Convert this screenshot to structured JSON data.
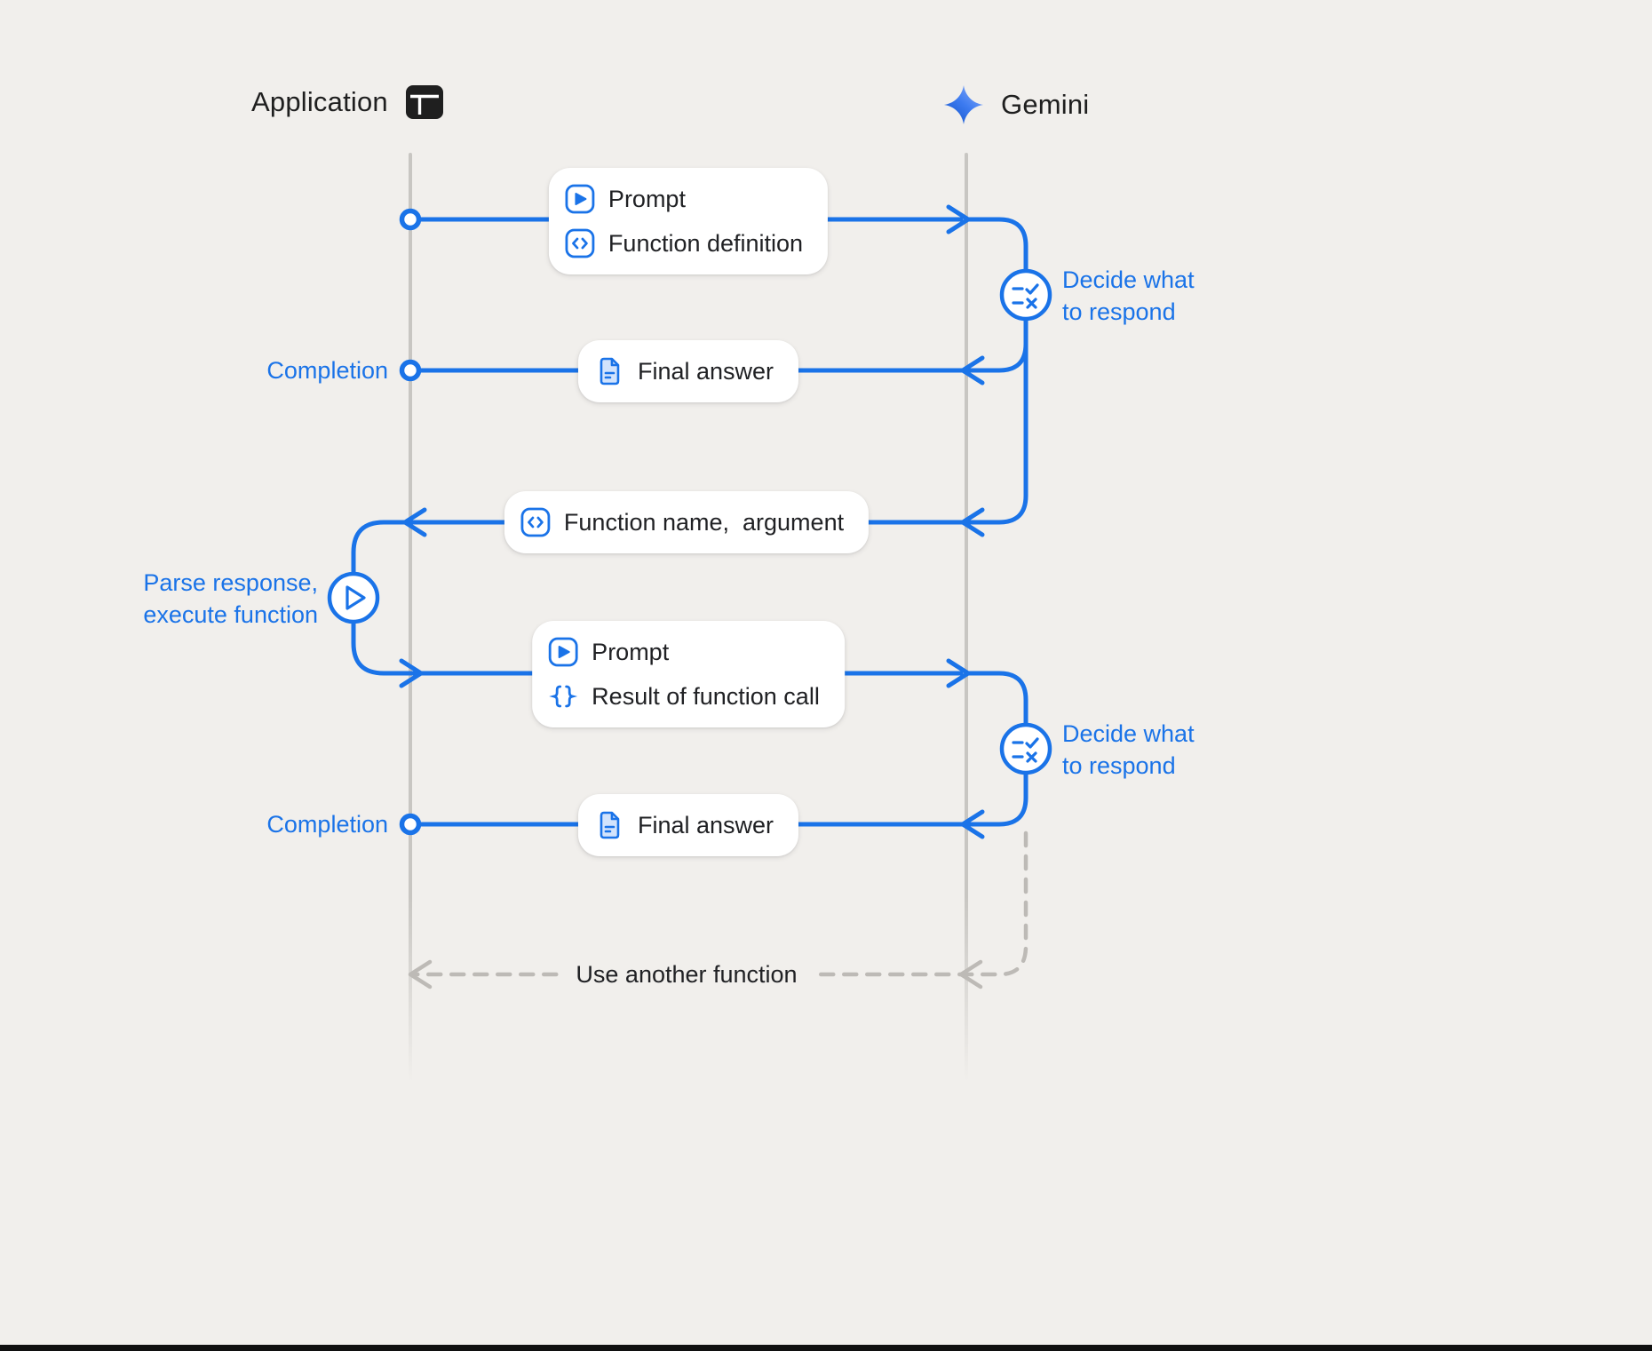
{
  "colors": {
    "accent": "#1a73e8",
    "background": "#f1efec",
    "text": "#202124",
    "lifeline": "#c8c6c2",
    "dashed_line": "#bdbab6",
    "card_background": "#ffffff"
  },
  "headers": {
    "application": {
      "label": "Application",
      "icon": "app-window-icon"
    },
    "gemini": {
      "label": "Gemini",
      "icon": "gemini-sparkle-icon"
    }
  },
  "cards": {
    "prompt_definition": {
      "rows": [
        {
          "icon": "send-icon",
          "label": "Prompt"
        },
        {
          "icon": "code-icon",
          "label": "Function definition"
        }
      ]
    },
    "final_answer_1": {
      "rows": [
        {
          "icon": "document-icon",
          "label": "Final answer"
        }
      ]
    },
    "function_name": {
      "rows": [
        {
          "icon": "code-icon",
          "label": "Function name,  argument"
        }
      ]
    },
    "prompt_result": {
      "rows": [
        {
          "icon": "send-icon",
          "label": "Prompt"
        },
        {
          "icon": "braces-icon",
          "label": "Result of function call"
        }
      ]
    },
    "final_answer_2": {
      "rows": [
        {
          "icon": "document-icon",
          "label": "Final answer"
        }
      ]
    }
  },
  "annotations": {
    "completion_1": "Completion",
    "completion_2": "Completion",
    "decide_1": "Decide what\nto respond",
    "decide_2": "Decide what\nto respond",
    "parse_execute": "Parse response,\nexecute function",
    "use_another": "Use another function"
  }
}
